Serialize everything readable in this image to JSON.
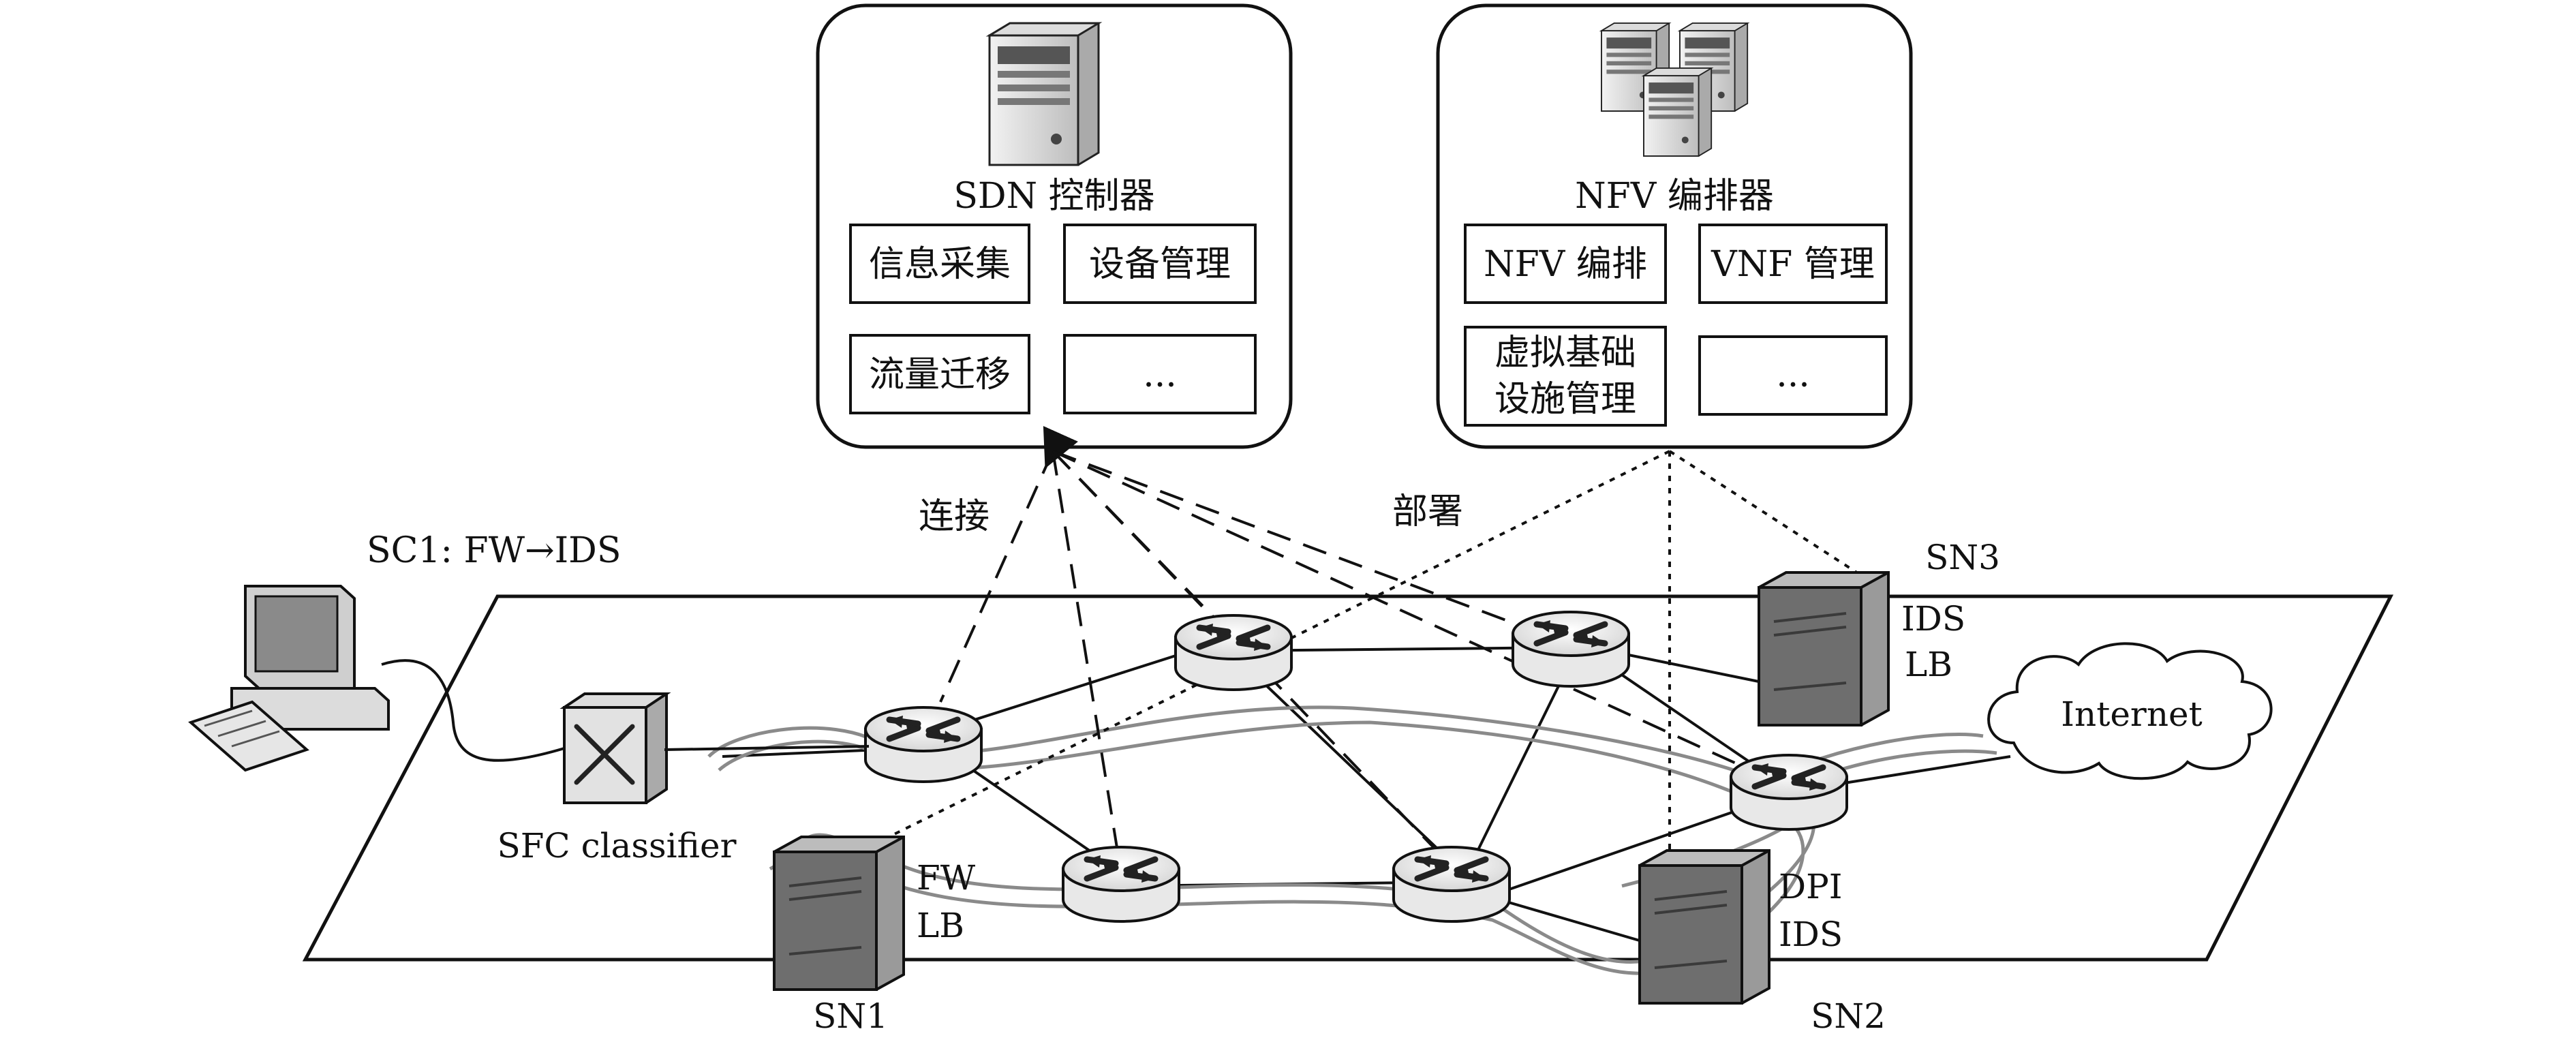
{
  "sdn_controller": {
    "title": "SDN 控制器",
    "modules": [
      "信息采集",
      "设备管理",
      "流量迁移",
      "..."
    ]
  },
  "nfv_orchestrator": {
    "title": "NFV 编排器",
    "modules": [
      "NFV 编排",
      "VNF 管理",
      "虚拟基础",
      "设施管理",
      "..."
    ]
  },
  "link_labels": {
    "connect": "连接",
    "deploy": "部署"
  },
  "service_chain": "SC1: FW→IDS",
  "classifier_label": "SFC classifier",
  "nodes": {
    "sn1": {
      "name": "SN1",
      "functions": [
        "FW",
        "LB"
      ]
    },
    "sn2": {
      "name": "SN2",
      "functions": [
        "DPI",
        "IDS"
      ]
    },
    "sn3": {
      "name": "SN3",
      "functions": [
        "IDS",
        "LB"
      ]
    }
  },
  "internet_label": "Internet",
  "colors": {
    "node_fill": "#6e6e6e",
    "traffic_path": "#8a8a8a",
    "line": "#111111"
  }
}
